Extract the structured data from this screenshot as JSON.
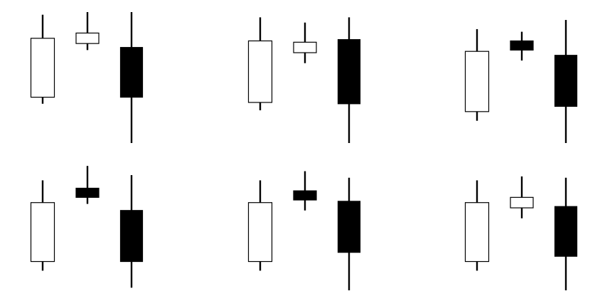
{
  "colors": {
    "bullish_fill": "#ffffff",
    "bearish_fill": "#000000",
    "outline": "#000000",
    "background": "#ffffff"
  },
  "chart_data": [
    {
      "type": "candlestick",
      "panel": "row1-col1",
      "title": "",
      "xlabel": "",
      "ylabel": "",
      "ylim": [
        0,
        100
      ],
      "candles": [
        {
          "direction": "bullish",
          "open": 35,
          "close": 80,
          "high": 98,
          "low": 30
        },
        {
          "direction": "bullish",
          "open": 76,
          "close": 84,
          "high": 100,
          "low": 71
        },
        {
          "direction": "bearish",
          "open": 73,
          "close": 35,
          "high": 100,
          "low": 0
        }
      ]
    },
    {
      "type": "candlestick",
      "panel": "row1-col2",
      "title": "",
      "xlabel": "",
      "ylabel": "",
      "ylim": [
        0,
        100
      ],
      "candles": [
        {
          "direction": "bullish",
          "open": 31,
          "close": 78,
          "high": 96,
          "low": 25
        },
        {
          "direction": "bullish",
          "open": 69,
          "close": 77,
          "high": 92,
          "low": 61
        },
        {
          "direction": "bearish",
          "open": 79,
          "close": 30,
          "high": 96,
          "low": 0
        }
      ]
    },
    {
      "type": "candlestick",
      "panel": "row1-col3",
      "title": "",
      "xlabel": "",
      "ylabel": "",
      "ylim": [
        0,
        100
      ],
      "candles": [
        {
          "direction": "bullish",
          "open": 24,
          "close": 70,
          "high": 87,
          "low": 17
        },
        {
          "direction": "bearish",
          "open": 78,
          "close": 71,
          "high": 85,
          "low": 63
        },
        {
          "direction": "bearish",
          "open": 67,
          "close": 28,
          "high": 94,
          "low": 0
        }
      ]
    },
    {
      "type": "candlestick",
      "panel": "row2-col1",
      "title": "",
      "xlabel": "",
      "ylabel": "",
      "ylim": [
        0,
        100
      ],
      "candles": [
        {
          "direction": "bullish",
          "open": 22,
          "close": 67,
          "high": 84,
          "low": 15
        },
        {
          "direction": "bearish",
          "open": 78,
          "close": 71,
          "high": 95,
          "low": 66
        },
        {
          "direction": "bearish",
          "open": 61,
          "close": 22,
          "high": 88,
          "low": 2
        }
      ]
    },
    {
      "type": "candlestick",
      "panel": "row2-col2",
      "title": "",
      "xlabel": "",
      "ylabel": "",
      "ylim": [
        0,
        100
      ],
      "candles": [
        {
          "direction": "bullish",
          "open": 22,
          "close": 67,
          "high": 84,
          "low": 15
        },
        {
          "direction": "bearish",
          "open": 76,
          "close": 69,
          "high": 91,
          "low": 61
        },
        {
          "direction": "bearish",
          "open": 68,
          "close": 29,
          "high": 86,
          "low": 0
        }
      ]
    },
    {
      "type": "candlestick",
      "panel": "row2-col3",
      "title": "",
      "xlabel": "",
      "ylabel": "",
      "ylim": [
        0,
        100
      ],
      "candles": [
        {
          "direction": "bullish",
          "open": 22,
          "close": 67,
          "high": 84,
          "low": 15
        },
        {
          "direction": "bullish",
          "open": 63,
          "close": 71,
          "high": 87,
          "low": 55
        },
        {
          "direction": "bearish",
          "open": 64,
          "close": 26,
          "high": 86,
          "low": 0
        }
      ]
    }
  ]
}
